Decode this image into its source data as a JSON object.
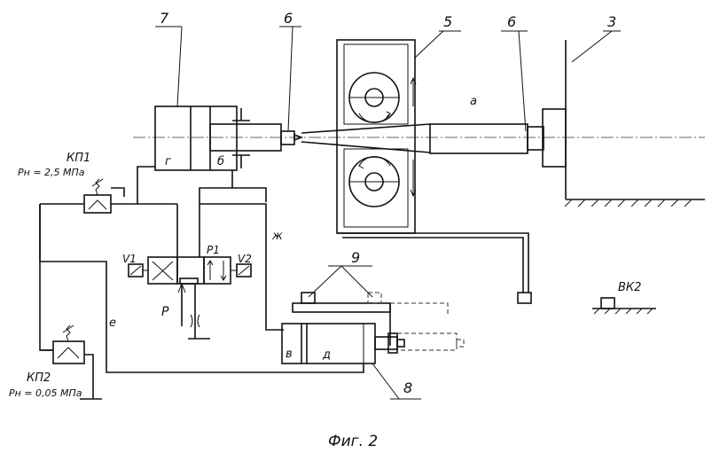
{
  "figure": {
    "caption": "Фиг. 2",
    "callouts": {
      "c7": "7",
      "c6_left": "6",
      "c5": "5",
      "c6_right": "6",
      "c3": "3",
      "c9": "9",
      "c8": "8"
    },
    "labels": {
      "a": "а",
      "g": "г",
      "b": "б",
      "v": "в",
      "d": "д",
      "zh": "ж",
      "e": "е",
      "P": "P",
      "P1": "P1",
      "V1": "V1",
      "V2": "V2",
      "VK2": "ВК2",
      "KP1": "КП1",
      "KP1_pressure": "Pн = 2,5 МПа",
      "KP2": "КП2",
      "KP2_pressure": "Pн = 0,05 МПа"
    }
  }
}
